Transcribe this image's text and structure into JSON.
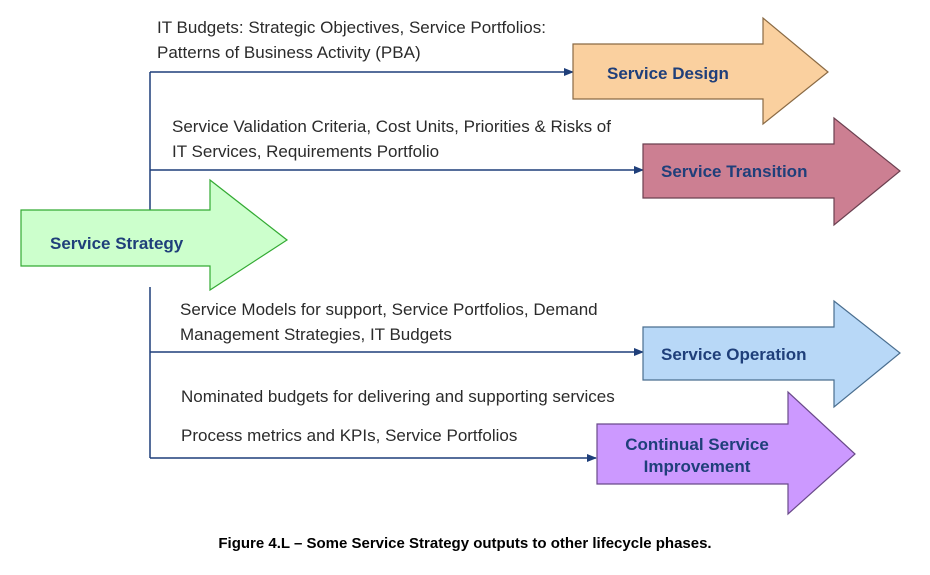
{
  "nodes": {
    "source": {
      "label": "Service Strategy",
      "fill": "#ccffcc",
      "stroke": "#33aa33",
      "text_color": "#1f3f7a"
    },
    "design": {
      "label": "Service Design",
      "fill": "#fad09f",
      "stroke": "#8a6a44",
      "text_color": "#1f3f7a"
    },
    "transition": {
      "label": "Service Transition",
      "fill": "#cc7f92",
      "stroke": "#6b4050",
      "text_color": "#1f3f7a"
    },
    "operation": {
      "label": "Service Operation",
      "fill": "#b8d8f7",
      "stroke": "#4a6e8f",
      "text_color": "#1f3f7a"
    },
    "improvement": {
      "label_line1": "Continual Service",
      "label_line2": "Improvement",
      "fill": "#cc99ff",
      "stroke": "#6a4a8a",
      "text_color": "#1f3f7a"
    }
  },
  "outputs": {
    "design": {
      "line1": "IT Budgets: Strategic Objectives, Service Portfolios:",
      "line2": "Patterns of Business Activity (PBA)"
    },
    "transition": {
      "line1": "Service Validation Criteria, Cost Units, Priorities & Risks of",
      "line2": "IT Services, Requirements Portfolio"
    },
    "operation": {
      "line1": "Service Models for support, Service Portfolios, Demand",
      "line2": "Management Strategies, IT Budgets"
    },
    "improvement": {
      "line1": "Nominated budgets for delivering and supporting services",
      "line2": "Process metrics and KPIs, Service Portfolios"
    }
  },
  "connector_color": "#1f3f7a",
  "caption": "Figure 4.L – Some Service Strategy outputs to other lifecycle phases."
}
